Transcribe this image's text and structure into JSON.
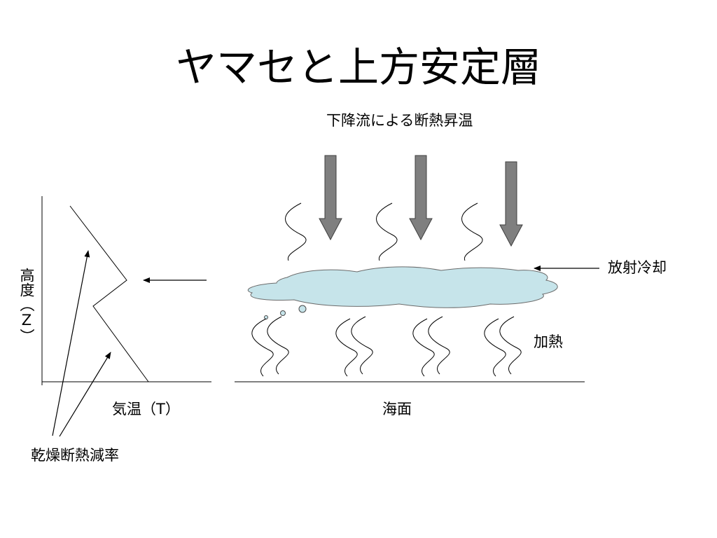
{
  "title": "ヤマセと上方安定層",
  "labels": {
    "subsidence": "下降流による断熱昇温",
    "radiative_cooling": "放射冷却",
    "heating": "加熱",
    "temperature_axis": "気温（T）",
    "height_axis": "高度（Z）",
    "sea_surface": "海面",
    "dry_adiabatic_lapse_rate": "乾燥断熱減率"
  },
  "colors": {
    "cloud_fill": "#c6e4ea",
    "arrow_fill": "#7f7f7f",
    "line": "#000000"
  },
  "icons": [
    "downward-arrow-icon",
    "cloud-icon",
    "wavy-line-icon",
    "bubble-icon"
  ]
}
